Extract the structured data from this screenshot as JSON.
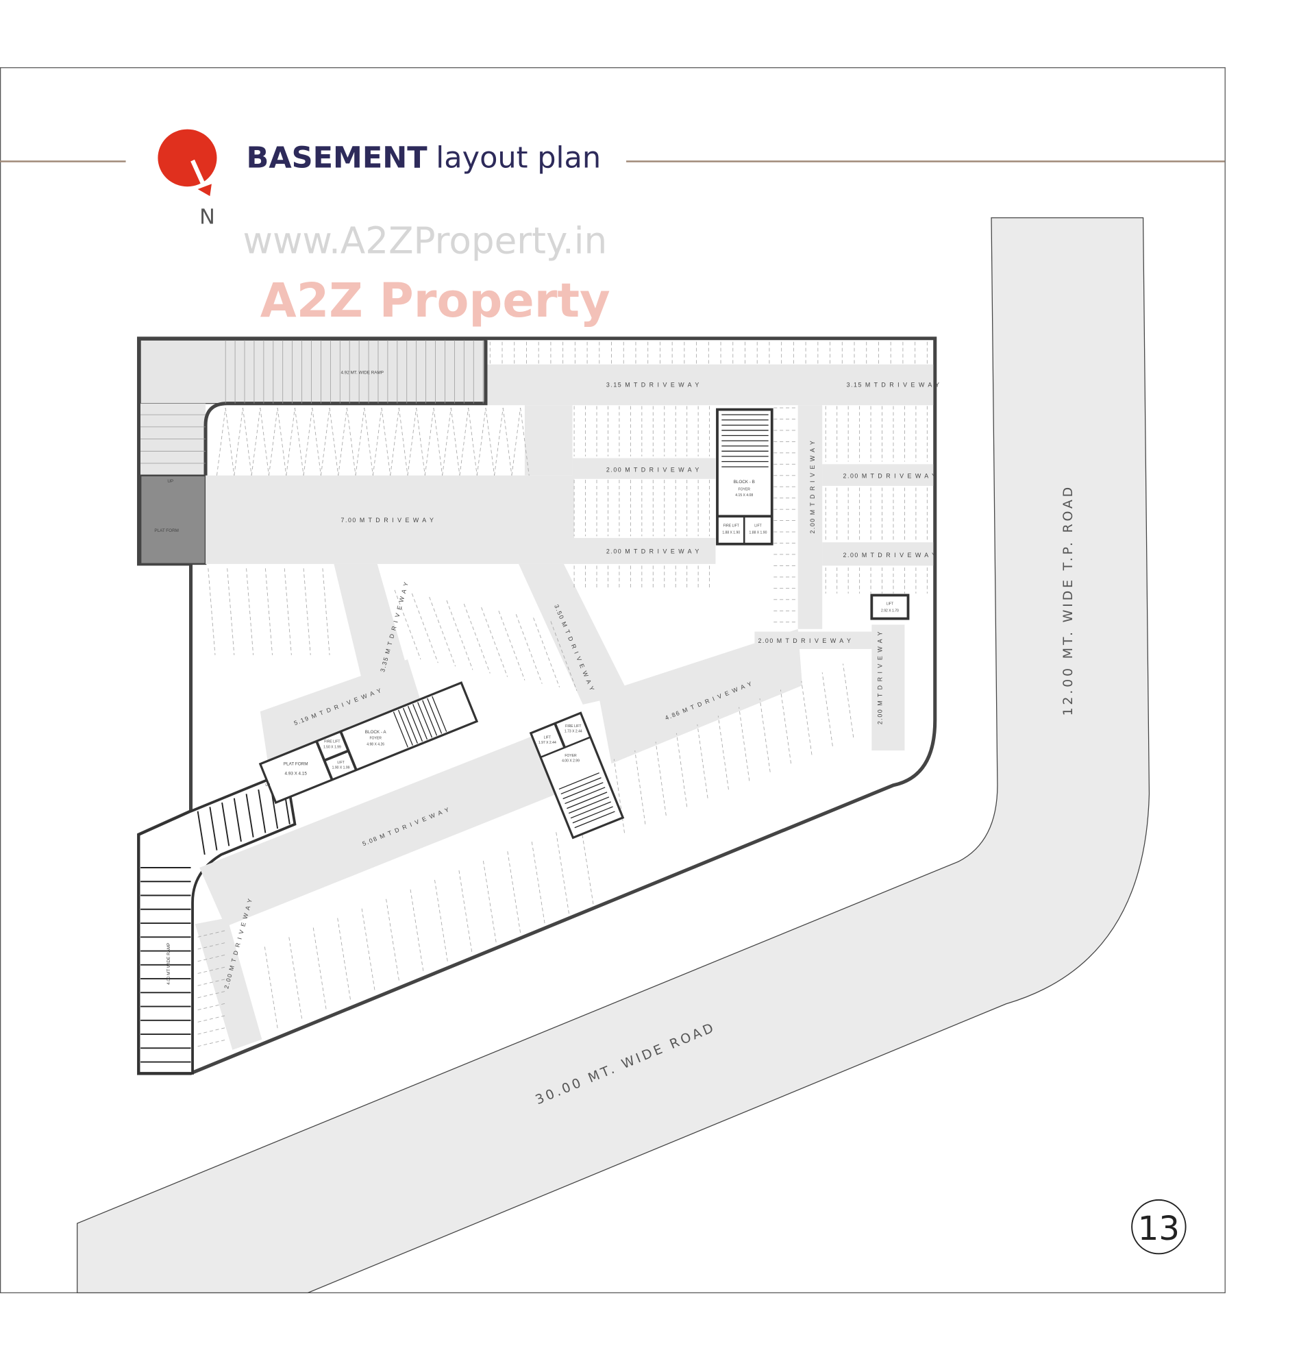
{
  "header": {
    "title_bold": "BASEMENT",
    "title_rest": "layout plan",
    "north_label": "N",
    "compass_icon": "north-arrow-icon",
    "accent_color": "#e0301e",
    "title_color": "#2d2a5a",
    "rule_color": "#a08a78"
  },
  "roads": {
    "right": "12.00 MT. WIDE T.P. ROAD",
    "bottom": "30.00 MT. WIDE ROAD"
  },
  "labels": {
    "ramp_top": "4.92 MT. WIDE RAMP",
    "ramp_left": "4.00 MT WIDE RAMP",
    "up": "UP",
    "platform_top": "PLAT FORM",
    "dw_315_a": "3.15 M T  D R I V E W A Y",
    "dw_315_b": "3.15 M T  D R I V E W A Y",
    "dw_700": "7.00 M T  D R I V E W A Y",
    "dw_200_a": "2.00 M T  D R I V E W A Y",
    "dw_200_b": "2.00 M T  D R I V E W A Y",
    "dw_200_c": "2.00 M T  D R I V E W A Y",
    "dw_200_d": "2.00 M T  D R I V E W A Y",
    "dw_200_v": "2.00 M T  D R I V E W A Y",
    "dw_200_e": "2.00 M T  D R I V E W A Y",
    "dw_200_v2": "2.00 M T  D R I V E W A Y",
    "dw_200_ll": "2.00 M T  D R I V E W A Y",
    "dw_335": "3.35 M T  D R I V E W A Y",
    "dw_350": "3.50 M T  D R I V E W A Y",
    "dw_519": "5.19 M T  D R I V E W A Y",
    "dw_486": "4.86 M T  D R I V E W A Y",
    "dw_508": "5.08 M T  D R I V E W A Y",
    "block_b": "BLOCK - B",
    "block_b_foyer": "FOYER",
    "block_b_foyer_size": "4.15 X 4.08",
    "fire_lift": "FIRE LIFT",
    "block_b_fire_lift_size": "1.88 X 1.90",
    "lift": "LIFT",
    "block_b_lift_size": "1.88 X 1.90",
    "lift_right_size": "2.92 X 1.70",
    "block_a": "BLOCK - A",
    "block_a_foyer": "FOYER",
    "block_a_foyer_size": "4.98 X 4.26",
    "block_a_fire_lift_size": "1.50 X 1.99",
    "block_a_lift_size": "1.90 X 1.99",
    "platform_a": "PLAT FORM",
    "platform_a_size": "4.93 X 4.15",
    "c_lift_size": "1.97 X 2.44",
    "c_fire_lift_size": "1.73 X 2.44",
    "c_foyer": "FOYER",
    "c_foyer_size": "4.00 X 2.99"
  },
  "watermarks": {
    "url": "www.A2ZProperty.in",
    "logo": "A2Z Property"
  },
  "page_number": "13"
}
